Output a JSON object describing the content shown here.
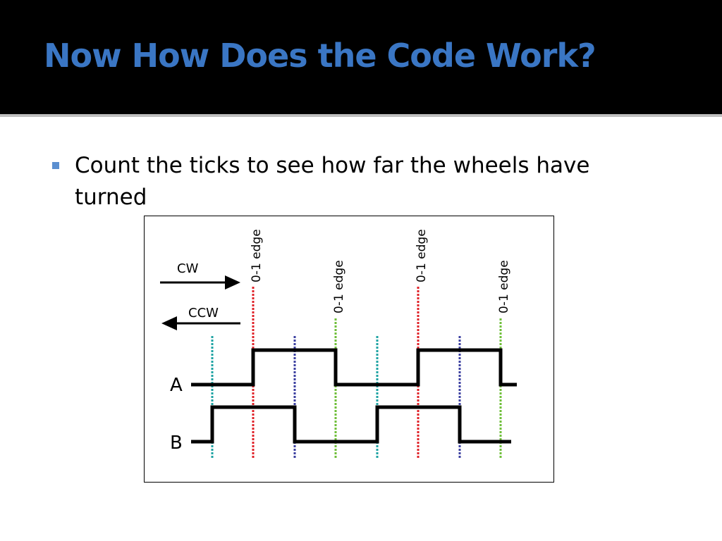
{
  "slide": {
    "title": "Now How Does the Code Work?",
    "bullet": "Count the ticks to see how far the wheels have turned"
  },
  "colors": {
    "title": "#3a76c4",
    "bullet": "#5b8fd0",
    "teal": "#1fa3a3",
    "red": "#e0232a",
    "navy": "#3b3fa0",
    "green": "#6fbf3a"
  },
  "diagram": {
    "cw_label": "CW",
    "ccw_label": "CCW",
    "channel_a_label": "A",
    "channel_b_label": "B",
    "edge_label": "0-1 edge"
  }
}
